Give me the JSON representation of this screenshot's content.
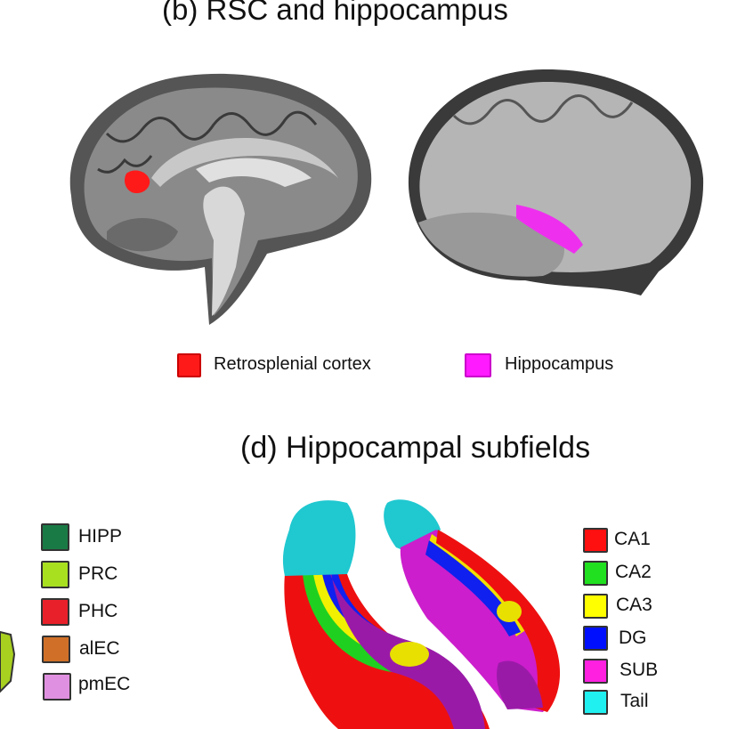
{
  "panel_b": {
    "title": "(b) RSC and hippocampus",
    "legend": [
      {
        "label": "Retrosplenial cortex",
        "color": "#ff1a1a"
      },
      {
        "label": "Hippocampus",
        "color": "#ff1aff"
      }
    ]
  },
  "panel_d": {
    "title": "(d) Hippocampal subfields",
    "legend": [
      {
        "label": "CA1",
        "color": "#ff1010"
      },
      {
        "label": "CA2",
        "color": "#20e020"
      },
      {
        "label": "CA3",
        "color": "#ffff00"
      },
      {
        "label": "DG",
        "color": "#0010ff"
      },
      {
        "label": "SUB",
        "color": "#ff20e0"
      },
      {
        "label": "Tail",
        "color": "#20f0f0"
      }
    ]
  },
  "panel_c_legend": [
    {
      "label": "HIPP",
      "color": "#1a7a45"
    },
    {
      "label": "PRC",
      "color": "#a8e020"
    },
    {
      "label": "PHC",
      "color": "#e8202a"
    },
    {
      "label": "alEC",
      "color": "#d07028"
    },
    {
      "label": "pmEC",
      "color": "#e090e0"
    }
  ]
}
